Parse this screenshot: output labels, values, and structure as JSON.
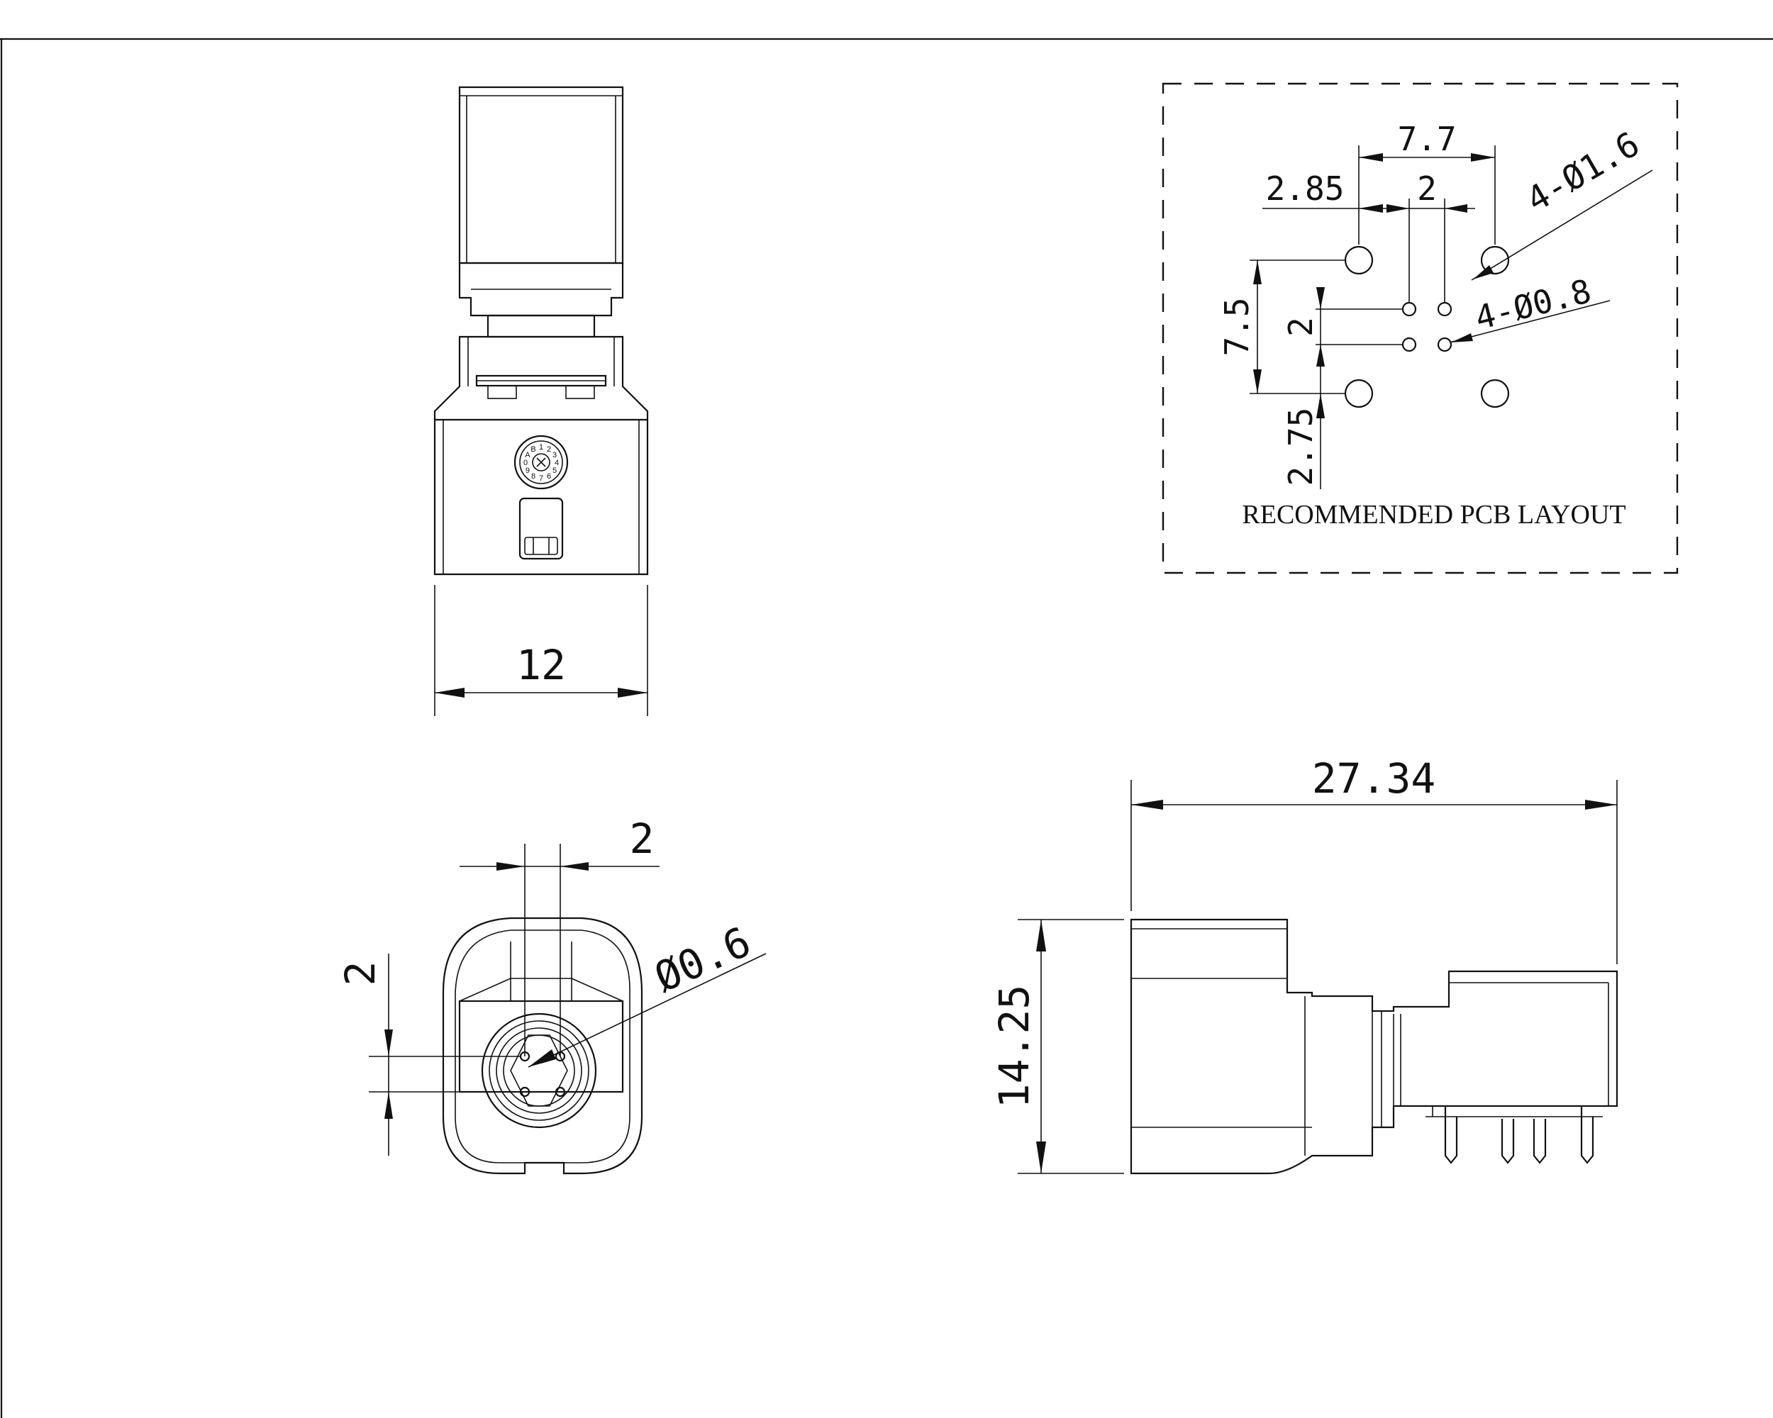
{
  "pcb_layout": {
    "title": "RECOMMENDED PCB LAYOUT",
    "dim_7_7": "7.7",
    "dim_2_85": "2.85",
    "dim_2_top": "2",
    "dim_big_holes": "4-Ø1.6",
    "dim_small_holes": "4-Ø0.8",
    "dim_7_5": "7.5",
    "dim_2_side": "2",
    "dim_2_75": "2.75"
  },
  "top_view": {
    "dim_width": "12",
    "dial_numbers": "1 2 3 4 5 6 7 8 9 0 A B"
  },
  "front_view": {
    "dim_pin_pitch_h": "2",
    "dim_pin_pitch_v": "2",
    "dim_pin_dia": "Ø0.6"
  },
  "side_view": {
    "dim_length": "27.34",
    "dim_height": "14.25"
  }
}
